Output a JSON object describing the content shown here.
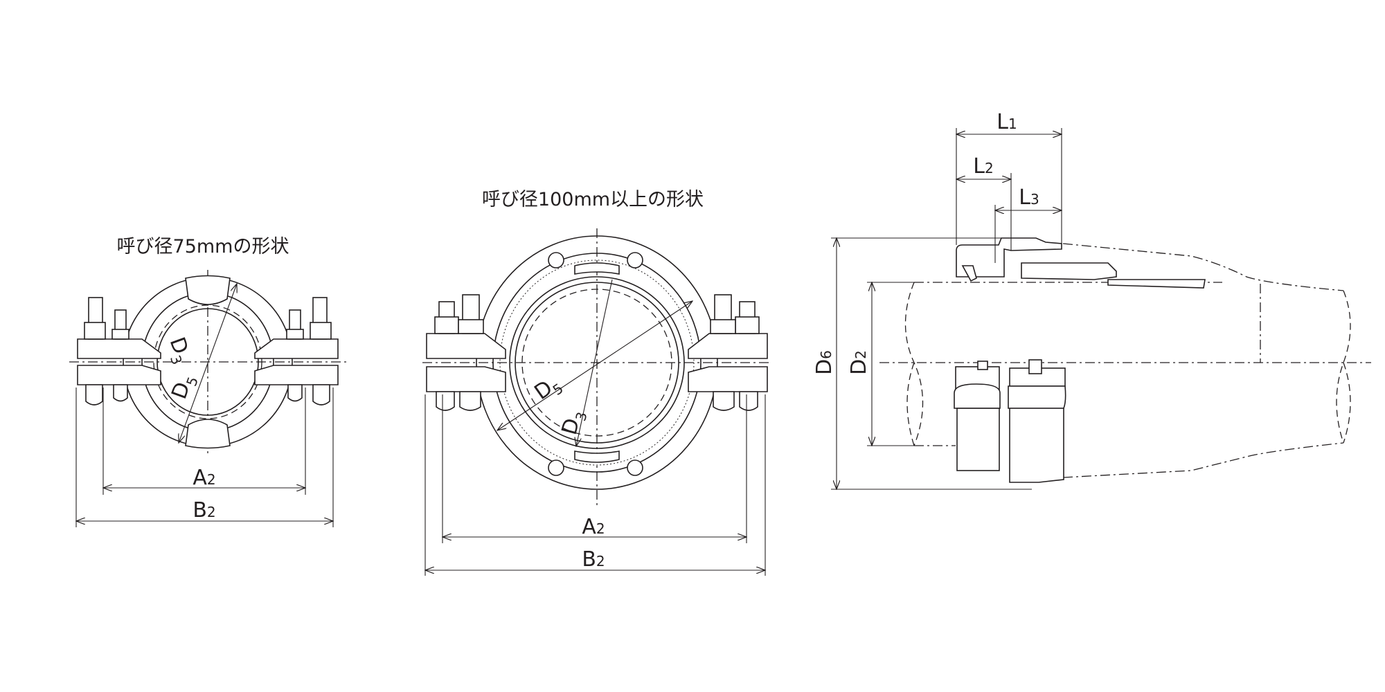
{
  "titles": {
    "small": "呼び径75mmの形状",
    "large": "呼び径100mm以上の形状"
  },
  "dimensions": {
    "A2": {
      "main": "A",
      "sub": "2"
    },
    "B2": {
      "main": "B",
      "sub": "2"
    },
    "D3": {
      "main": "D",
      "sub": "3"
    },
    "D5": {
      "main": "D",
      "sub": "5"
    },
    "D2": {
      "main": "D",
      "sub": "2"
    },
    "D6": {
      "main": "D",
      "sub": "6"
    },
    "L1": {
      "main": "L",
      "sub": "1"
    },
    "L2": {
      "main": "L",
      "sub": "2"
    },
    "L3": {
      "main": "L",
      "sub": "3"
    }
  },
  "colors": {
    "line": "#231f20",
    "background": "#ffffff"
  }
}
